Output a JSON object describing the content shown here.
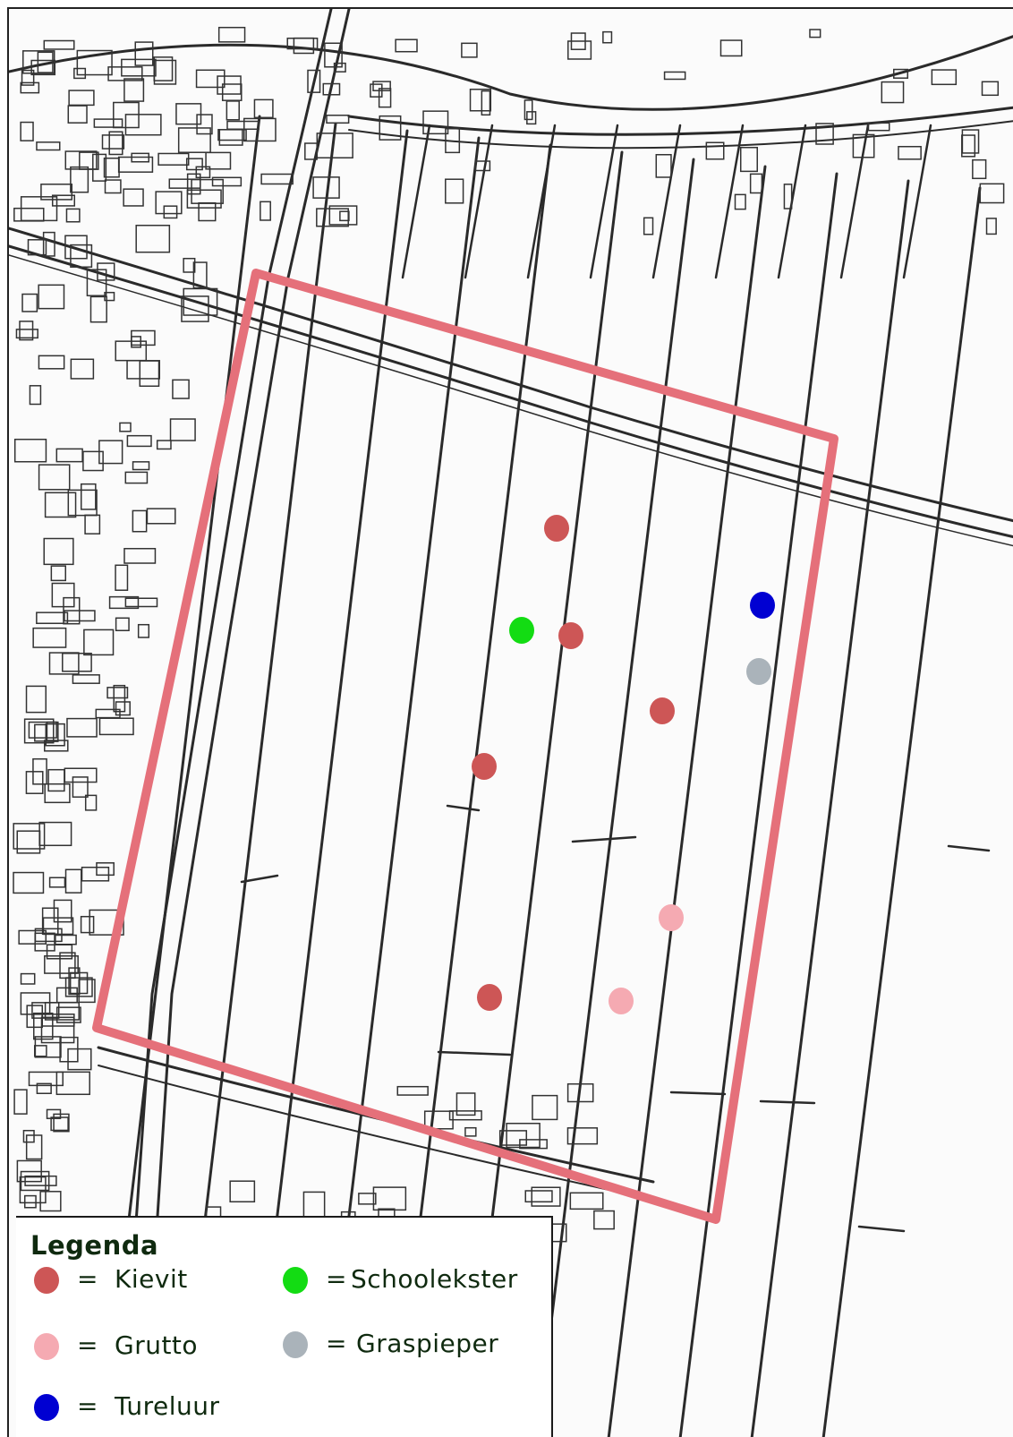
{
  "legend": {
    "title": "Legenda",
    "equals": "=",
    "items": [
      {
        "id": "kievit",
        "label": "Kievit",
        "color": "#cd5656"
      },
      {
        "id": "schoolekster",
        "label": "Schoolekster",
        "color": "#13dc13"
      },
      {
        "id": "grutto",
        "label": "Grutto",
        "color": "#f5aab2"
      },
      {
        "id": "graspieper",
        "label": "Graspieper",
        "color": "#aab3ba"
      },
      {
        "id": "tureluur",
        "label": "Tureluur",
        "color": "#0000d2"
      }
    ]
  },
  "study_area": {
    "outline_color": "#e5707a"
  },
  "observations": [
    {
      "species": "kievit"
    },
    {
      "species": "kievit"
    },
    {
      "species": "kievit"
    },
    {
      "species": "kievit"
    },
    {
      "species": "kievit"
    },
    {
      "species": "schoolekster"
    },
    {
      "species": "tureluur"
    },
    {
      "species": "graspieper"
    },
    {
      "species": "grutto"
    },
    {
      "species": "grutto"
    }
  ]
}
